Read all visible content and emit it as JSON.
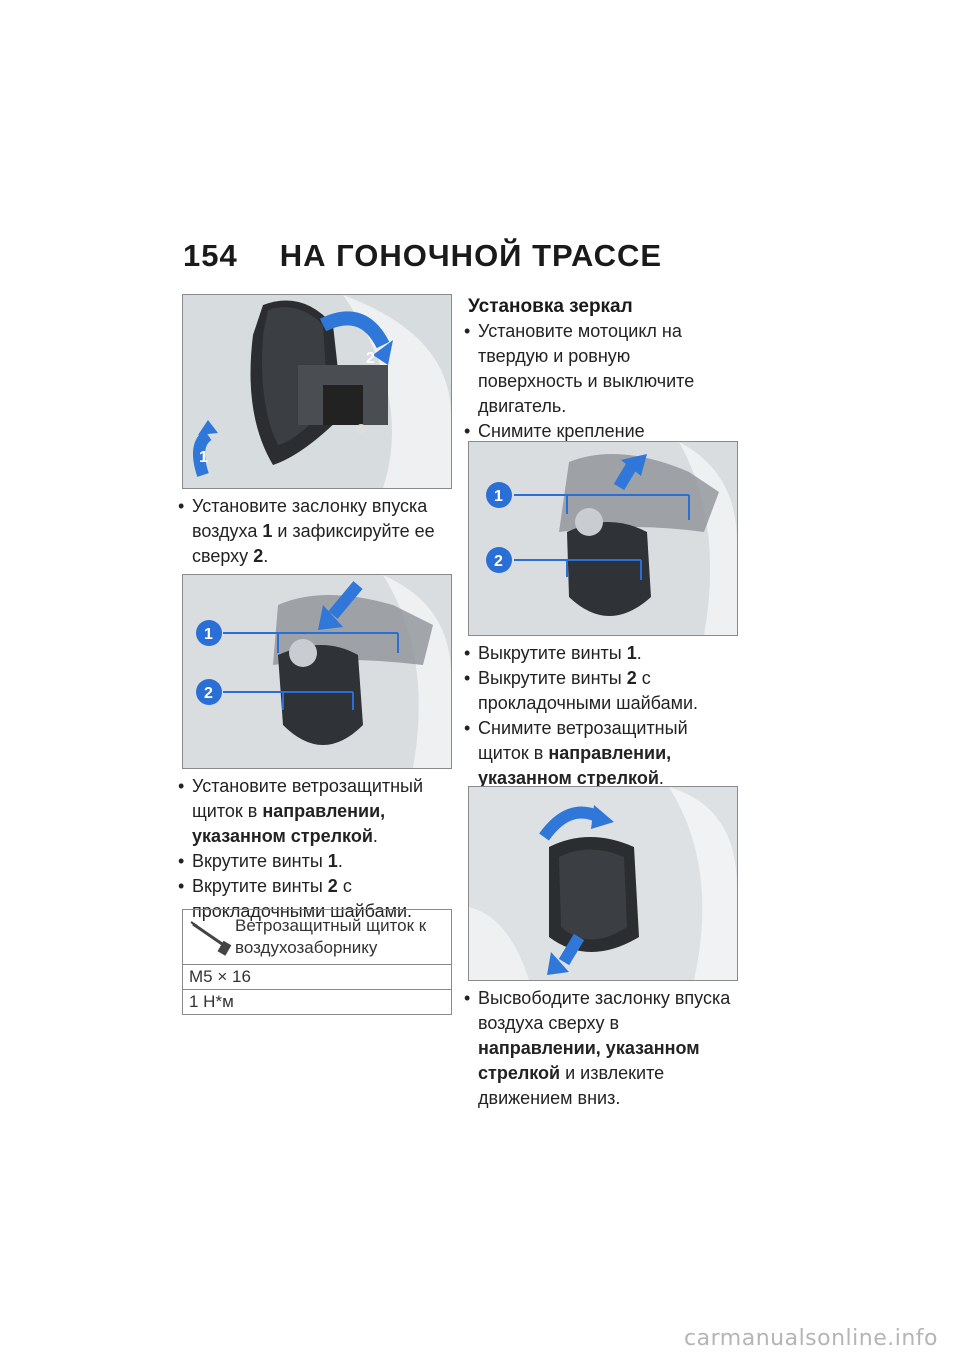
{
  "header": {
    "page_number": "154",
    "title": "НА ГОНОЧНОЙ ТРАССЕ"
  },
  "left_column": {
    "step1": [
      {
        "pre": "Установите заслонку впуска воздуха ",
        "bold": "1",
        "post": " и зафиксируйте ее сверху ",
        "bold2": "2",
        "post2": "."
      }
    ],
    "step2": [
      {
        "pre": "Установите ветрозащитный щиток в ",
        "bold": "направлении, указанном стрелкой",
        "post": "."
      },
      {
        "pre": "Вкрутите винты ",
        "bold": "1",
        "post": "."
      },
      {
        "pre": "Вкрутите винты ",
        "bold": "2",
        "post": " с прокладочными шайбами."
      }
    ],
    "torque": {
      "description": "Ветрозащитный щиток к воздухозаборнику",
      "size": "M5 × 16",
      "value": "1 Н*м"
    }
  },
  "right_column": {
    "heading": "Установка зеркал",
    "step1": [
      {
        "pre": "Установите мотоцикл на твердую и ровную поверхность и выключите двигатель.",
        "bold": "",
        "post": ""
      },
      {
        "pre": "Снимите крепление облицовки.",
        "bold": "",
        "post": ""
      }
    ],
    "step2": [
      {
        "pre": "Выкрутите винты ",
        "bold": "1",
        "post": "."
      },
      {
        "pre": "Выкрутите винты ",
        "bold": "2",
        "post": " с прокладочными шайбами."
      },
      {
        "pre": "Снимите ветрозащитный щиток в ",
        "bold": "направлении, указанном стрелкой",
        "post": "."
      }
    ],
    "step3": [
      {
        "pre": "Высвободите заслонку впуска воздуха сверху в ",
        "bold": "направлении, указанном стрелкой",
        "post": " и извлеките движением вниз."
      }
    ]
  },
  "figures": {
    "fig1_labels": [
      "1",
      "2"
    ],
    "fig2_labels": [
      "1",
      "2"
    ],
    "fig3_labels": [
      "1",
      "2"
    ]
  },
  "icons": {
    "torque_wrench": "torque-wrench-icon"
  },
  "colors": {
    "callout_blue": "#2a6fd6",
    "arrow_blue": "#2f78d9"
  },
  "watermark": "carmanualsonline.info"
}
